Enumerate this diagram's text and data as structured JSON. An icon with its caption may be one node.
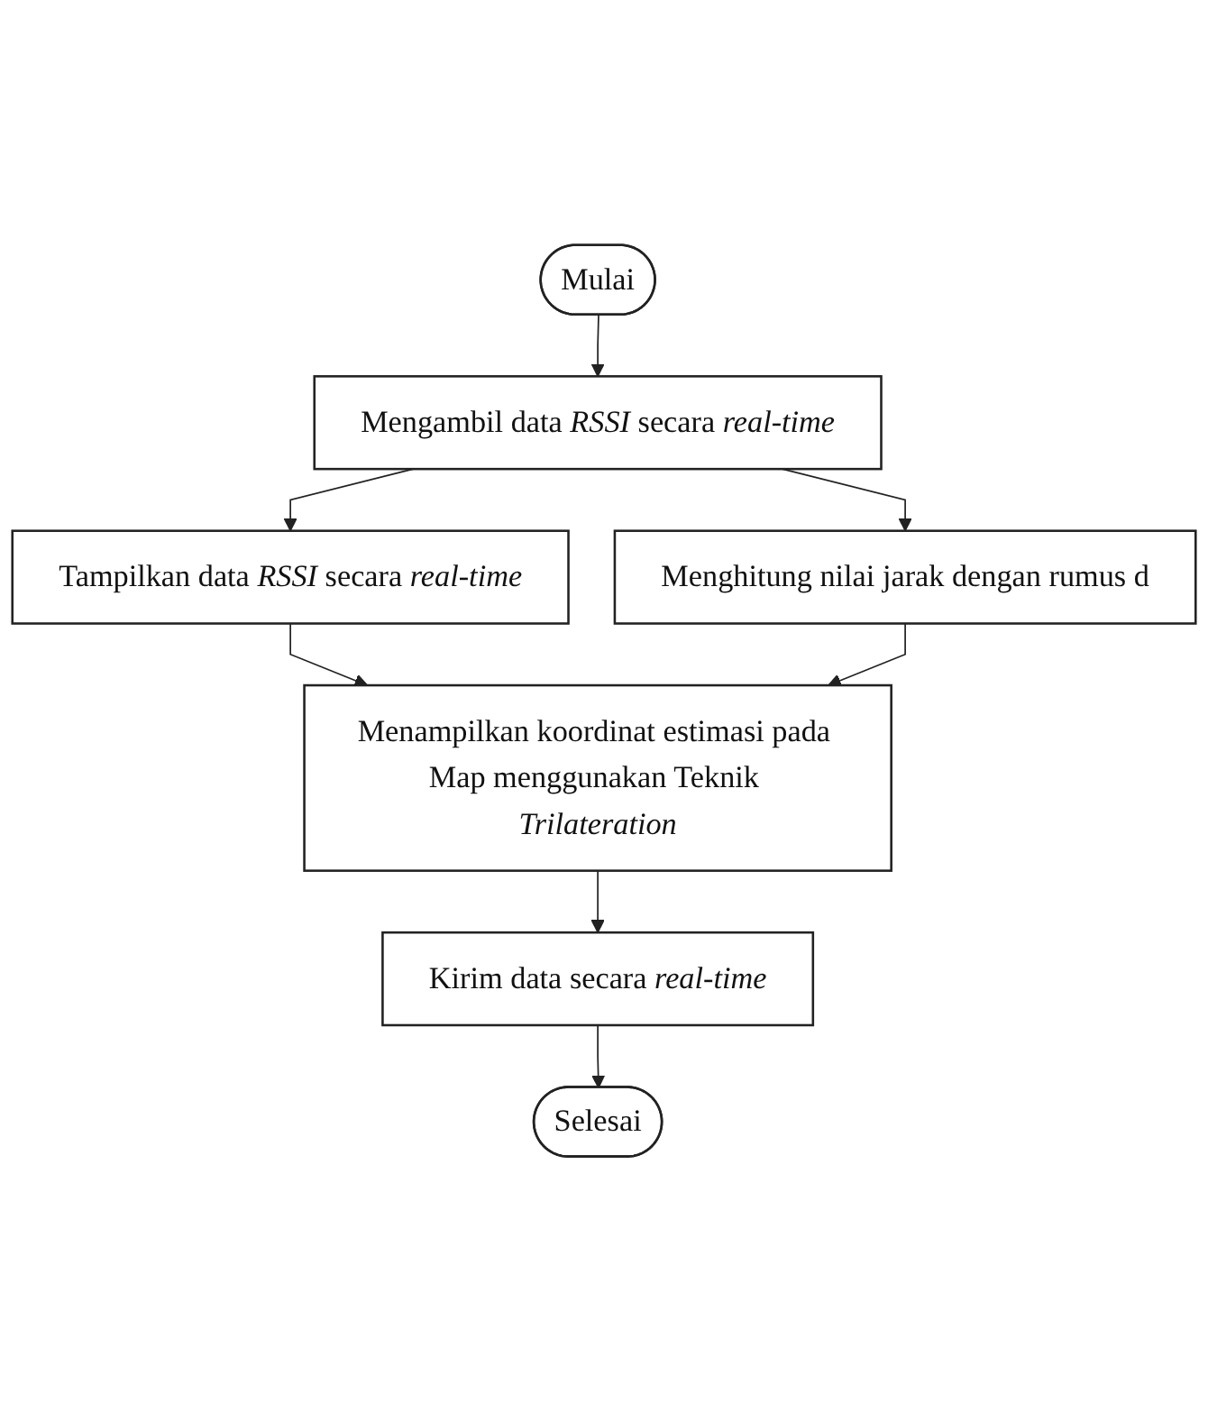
{
  "diagram": {
    "nodes": [
      {
        "text": [
          "Mulai"
        ]
      },
      {
        "text": [
          "Mengambil data *RSSI* secara *real-time*"
        ]
      },
      {
        "text": [
          "Tampilkan data *RSSI* secara *real-time*"
        ]
      },
      {
        "text": [
          "Menghitung nilai jarak dengan rumus d"
        ]
      },
      {
        "text": [
          "Menampilkan koordinat estimasi pada Map menggunakan Teknik *Trilateration*"
        ]
      },
      {
        "text": [
          "Kirim data secara *real-time*"
        ]
      },
      {
        "text": [
          "Selesai"
        ]
      }
    ],
    "edges": [
      {
        "from": 0,
        "to": 1,
        "arrow": "to"
      },
      {
        "from": 1,
        "to": 2,
        "arrow": "to"
      },
      {
        "from": 1,
        "to": 3,
        "arrow": "to"
      },
      {
        "from": 2,
        "to": 4,
        "arrow": "to"
      },
      {
        "from": 3,
        "to": 4,
        "arrow": "to"
      },
      {
        "from": 4,
        "to": 5,
        "arrow": "to"
      },
      {
        "from": 5,
        "to": 6,
        "arrow": "to"
      }
    ]
  }
}
